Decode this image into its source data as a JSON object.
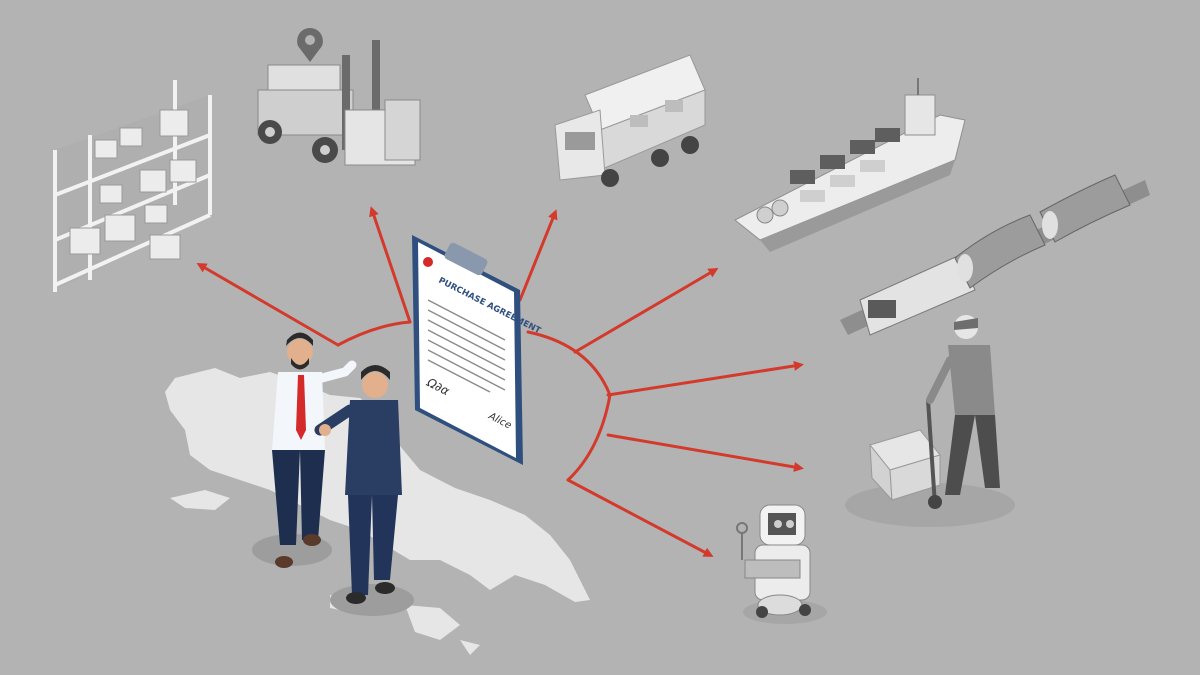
{
  "document": {
    "title": "PURCHASE AGREEMENT",
    "signature_left": "Ω∂α",
    "signature_right": "Alice"
  },
  "colors": {
    "background": "#b3b3b3",
    "arrow": "#d33a2c",
    "clipboard_border": "#2f4f7f",
    "suit": "#2a3d63",
    "tie": "#d42a2a"
  },
  "icons": [
    "warehouse-shelf-icon",
    "forklift-icon",
    "delivery-truck-icon",
    "cargo-ship-icon",
    "freight-train-icon",
    "courier-hand-truck-icon",
    "delivery-robot-icon",
    "businessmen-handshake-icon",
    "world-map-icon"
  ]
}
